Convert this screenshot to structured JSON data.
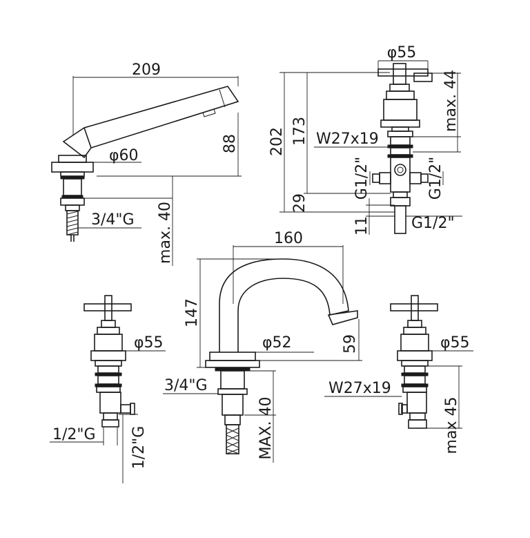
{
  "spout_side": {
    "length": "209",
    "diameter": "φ60",
    "height": "88",
    "thread": "3/4\"G",
    "max_depth": "max. 40"
  },
  "valve_side": {
    "diameter": "φ55",
    "max_handle": "max. 44",
    "total_height": "202",
    "body_height": "173",
    "nut": "W27x19",
    "left_thread": "G1/2\"",
    "right_thread": "G1/2\"",
    "lower_height": "29",
    "bottom_height": "11",
    "bottom_thread": "G1/2\""
  },
  "left_valve": {
    "diameter": "φ55",
    "outlet_thread": "1/2\"G",
    "vertical_thread": "1/2\"G"
  },
  "center_spout": {
    "width": "160",
    "height": "147",
    "diameter": "φ52",
    "outlet_height": "59",
    "thread": "3/4\"G",
    "max_depth": "MAX. 40"
  },
  "right_valve": {
    "diameter": "φ55",
    "nut": "W27x19",
    "max_depth": "max 45"
  }
}
